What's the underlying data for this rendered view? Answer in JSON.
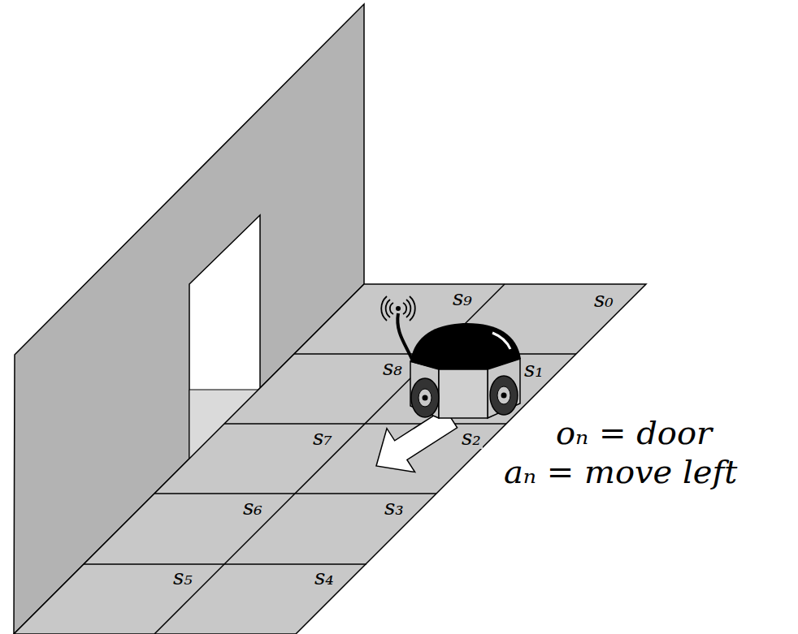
{
  "diagram": {
    "labels": [
      "s₉",
      "s₀",
      "s₈",
      "s₁",
      "s₇",
      "s₂",
      "s₆",
      "s₃",
      "s₅",
      "s₄",
      "oₙ = door",
      "aₙ = move left"
    ]
  }
}
